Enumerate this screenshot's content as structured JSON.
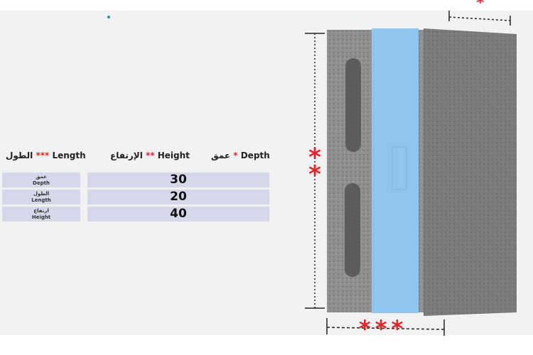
{
  "headers": {
    "length": {
      "ar": "الطول",
      "stars": "***",
      "en": "Length"
    },
    "height": {
      "ar": "الإرتفاع",
      "stars": "**",
      "en": "Height"
    },
    "depth": {
      "ar": "عمق",
      "stars": "*",
      "en": "Depth"
    }
  },
  "rows": [
    {
      "ar": "عمق",
      "en": "Depth",
      "value": "30"
    },
    {
      "ar": "الطول",
      "en": "Length",
      "value": "20"
    },
    {
      "ar": "ارتفاع",
      "en": "Height",
      "value": "40"
    }
  ],
  "diagram": {
    "height_mark": "**",
    "length_mark": "***",
    "depth_mark": "*"
  },
  "colors": {
    "accent": "#e0262a",
    "row_bg": "#d7d7ea",
    "insulation": "#8fc4ec"
  }
}
